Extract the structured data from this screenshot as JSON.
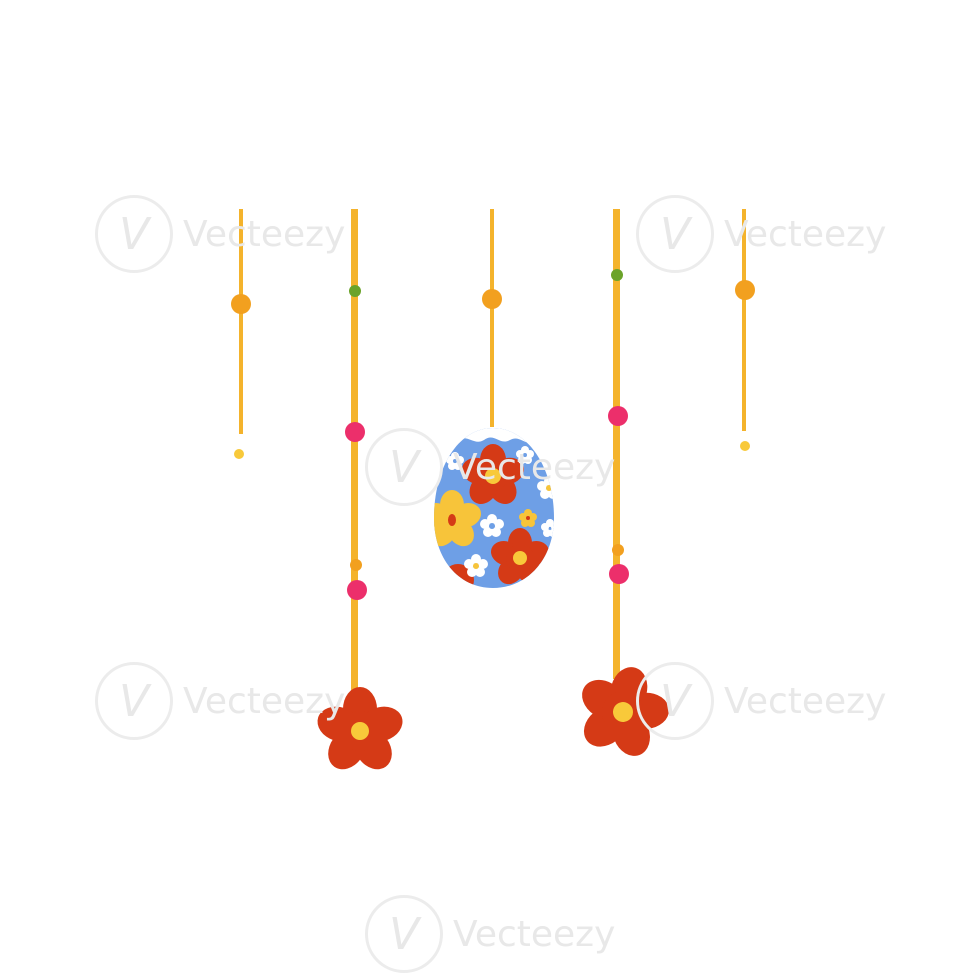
{
  "watermark": {
    "text": "Vecteezy",
    "logo_glyph": "V",
    "color": "#ececec"
  },
  "illustration": {
    "subject": "hanging-easter-decoration",
    "colors": {
      "string": "#f4b32c",
      "bead_orange": "#f2a01f",
      "bead_pink": "#ec2f6b",
      "bead_green": "#6ba32a",
      "flower_red": "#d53a16",
      "flower_center": "#f8c93a",
      "egg_blue": "#6e9fe6",
      "egg_yellow": "#f7c43a",
      "egg_white": "#ffffff"
    }
  }
}
